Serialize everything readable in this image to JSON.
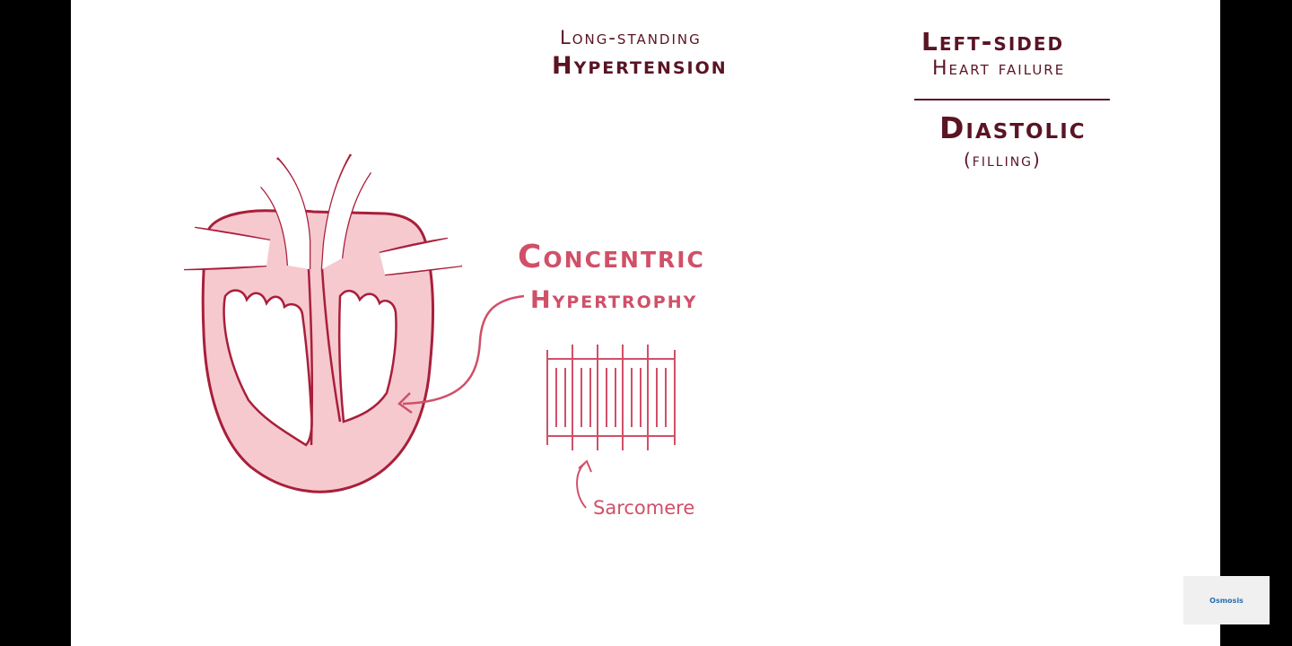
{
  "slide": {
    "title_line1": "Long-standing",
    "title_line2": "Hypertension",
    "condition_line1": "Left-sided",
    "condition_line2": "Heart failure",
    "type_main": "Diastolic",
    "type_sub": "(filling)",
    "feature_line1": "Concentric",
    "feature_line2": "Hypertrophy",
    "sarcomere_label": "Sarcomere"
  },
  "branding": {
    "logo_text": "Osmosis"
  },
  "colors": {
    "dark_text": "#5a1424",
    "pink_text": "#d05068",
    "heart_fill": "#f6c9cf",
    "heart_stroke": "#b8243e",
    "background": "#ffffff",
    "letterbox": "#000000"
  }
}
